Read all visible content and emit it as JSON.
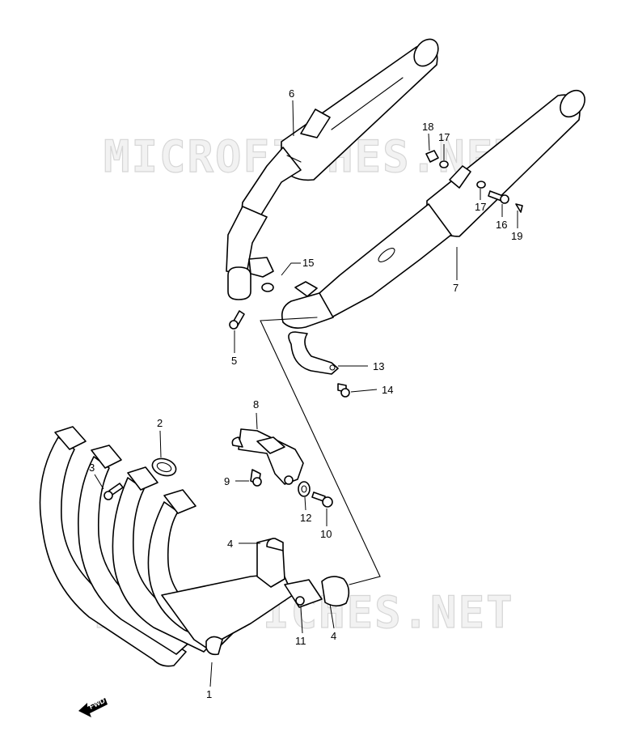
{
  "watermark": {
    "text": "MICROFICHES.NET"
  },
  "fwd_marker": {
    "label": "FWD"
  },
  "callouts": [
    {
      "id": "1",
      "label": "1"
    },
    {
      "id": "2",
      "label": "2"
    },
    {
      "id": "3",
      "label": "3"
    },
    {
      "id": "4a",
      "label": "4"
    },
    {
      "id": "4b",
      "label": "4"
    },
    {
      "id": "5",
      "label": "5"
    },
    {
      "id": "6",
      "label": "6"
    },
    {
      "id": "7",
      "label": "7"
    },
    {
      "id": "8",
      "label": "8"
    },
    {
      "id": "9",
      "label": "9"
    },
    {
      "id": "10",
      "label": "10"
    },
    {
      "id": "11",
      "label": "11"
    },
    {
      "id": "12",
      "label": "12"
    },
    {
      "id": "13",
      "label": "13"
    },
    {
      "id": "14",
      "label": "14"
    },
    {
      "id": "15",
      "label": "15"
    },
    {
      "id": "16",
      "label": "16"
    },
    {
      "id": "17a",
      "label": "17"
    },
    {
      "id": "17b",
      "label": "17"
    },
    {
      "id": "18",
      "label": "18"
    },
    {
      "id": "19",
      "label": "19"
    }
  ]
}
